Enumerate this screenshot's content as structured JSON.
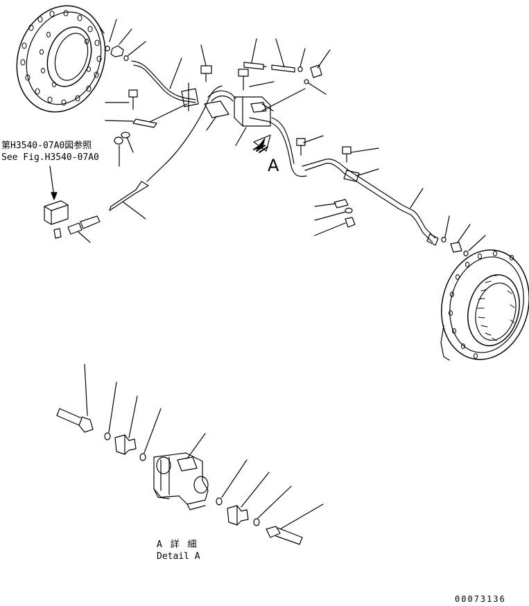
{
  "reference_note": {
    "line_jp": "第H3540-07A0図参照",
    "line_en": "See Fig.H3540-07A0"
  },
  "view_marker": "A",
  "detail_caption": {
    "line_jp": "A 詳 細",
    "line_en": "Detail A"
  },
  "drawing_number": "00073136"
}
